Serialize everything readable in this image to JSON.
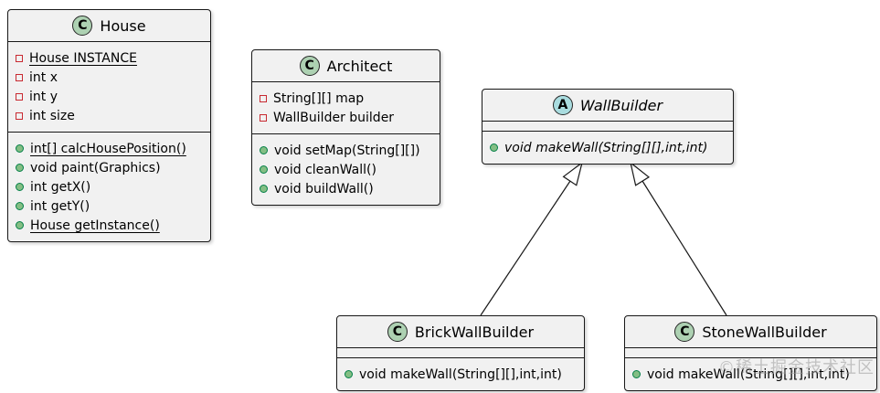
{
  "diagram": {
    "type": "uml-class-diagram",
    "watermark": "©稀土掘金技术社区",
    "colors": {
      "box_background": "#F1F1F1",
      "border": "#181818",
      "class_icon_background": "#ADD1B2",
      "abstract_icon_background": "#A9DCDF",
      "field_icon_border": "#C82930",
      "method_icon_fill": "#84BE84",
      "method_icon_border": "#038048",
      "page_background": "#FFFFFF"
    },
    "classes": [
      {
        "name": "House",
        "kind": "class",
        "icon_letter": "C",
        "fields": [
          {
            "text": "House INSTANCE",
            "underline": true
          },
          {
            "text": "int x"
          },
          {
            "text": "int y"
          },
          {
            "text": "int size"
          }
        ],
        "methods": [
          {
            "text": "int[] calcHousePosition()",
            "underline": true
          },
          {
            "text": "void paint(Graphics)"
          },
          {
            "text": "int getX()"
          },
          {
            "text": "int getY()"
          },
          {
            "text": "House getInstance()",
            "underline": true
          }
        ]
      },
      {
        "name": "Architect",
        "kind": "class",
        "icon_letter": "C",
        "fields": [
          {
            "text": "String[][] map"
          },
          {
            "text": "WallBuilder builder"
          }
        ],
        "methods": [
          {
            "text": "void setMap(String[][])"
          },
          {
            "text": "void cleanWall()"
          },
          {
            "text": "void buildWall()"
          }
        ]
      },
      {
        "name": "WallBuilder",
        "kind": "abstract",
        "icon_letter": "A",
        "name_italic": true,
        "fields": [],
        "methods": [
          {
            "text": "void makeWall(String[][],int,int)",
            "italic": true
          }
        ]
      },
      {
        "name": "BrickWallBuilder",
        "kind": "class",
        "icon_letter": "C",
        "fields": [],
        "methods": [
          {
            "text": "void makeWall(String[][],int,int)"
          }
        ]
      },
      {
        "name": "StoneWallBuilder",
        "kind": "class",
        "icon_letter": "C",
        "fields": [],
        "methods": [
          {
            "text": "void makeWall(String[][],int,int)"
          }
        ]
      }
    ],
    "relations": [
      {
        "from": "BrickWallBuilder",
        "to": "WallBuilder",
        "type": "extends"
      },
      {
        "from": "StoneWallBuilder",
        "to": "WallBuilder",
        "type": "extends"
      }
    ]
  }
}
